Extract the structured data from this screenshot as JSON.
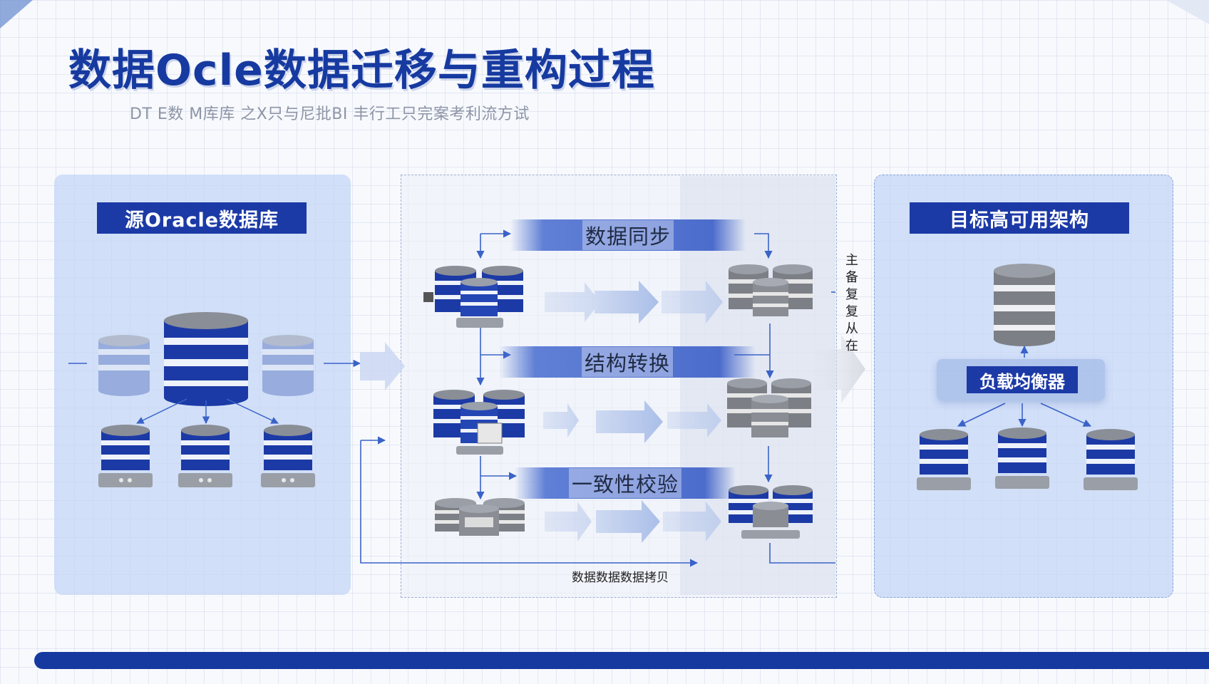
{
  "title": "数据Ocle数据迁移与重构过程",
  "subtitle": "DT E数 M库库 之X只与尼批BI 丰行工只完案考利流方试",
  "source": {
    "header": "源Oracle数据库"
  },
  "target": {
    "header": "目标高可用架构",
    "load_balancer": "负载均衡器"
  },
  "process": {
    "steps": [
      {
        "label": "数据同步"
      },
      {
        "label": "结构转换"
      },
      {
        "label": "一致性校验"
      }
    ],
    "bottom_caption": "数据数据数据拷贝",
    "side_label": "主\n备\n复\n复\n从\n在"
  },
  "colors": {
    "brand_blue": "#1c3aa6",
    "title_blue": "#163aa0",
    "panel_bg": "#c4d5f6",
    "db_gray": "#7c7f86"
  },
  "icons": [
    "database-icon",
    "database-cluster-icon",
    "arrow-right-icon",
    "connector-arrow-icon"
  ]
}
